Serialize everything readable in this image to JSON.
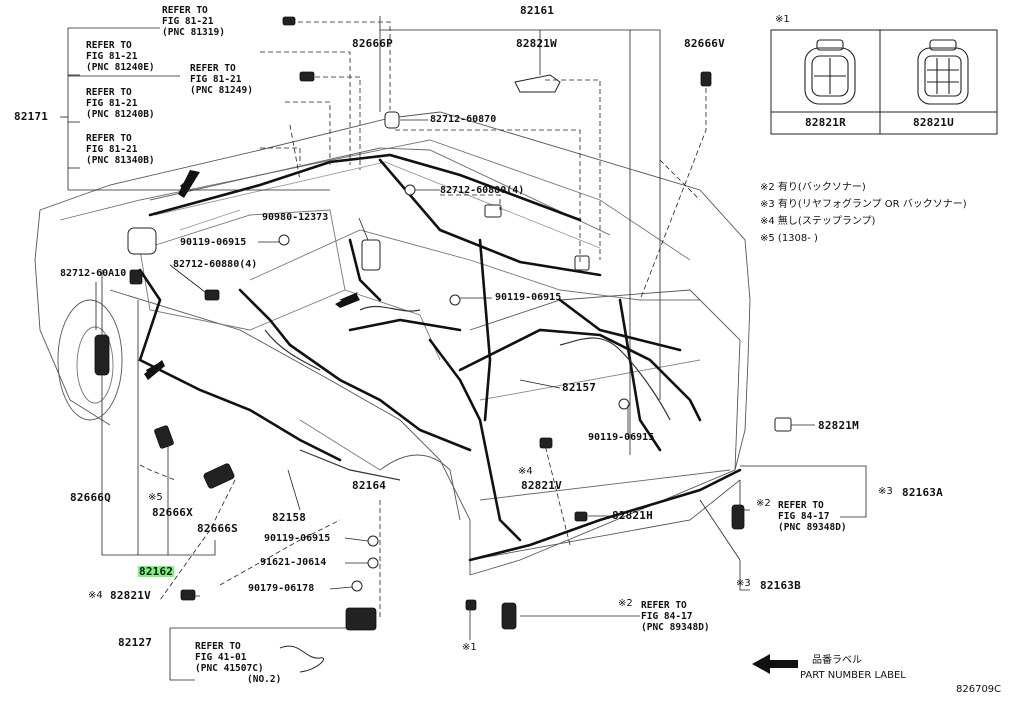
{
  "figure_id": "826709C",
  "legend_note": {
    "jp": "品番ラベル",
    "en": "PART NUMBER LABEL"
  },
  "inset": {
    "mark": "※1",
    "parts": [
      "82821R",
      "82821U"
    ]
  },
  "notes": [
    "※2 有り(バックソナー)",
    "※3 有り(リヤフォグランプ  OR  バックソナー)",
    "※4 無し(ステップランプ)",
    "※5 (1308-      )"
  ],
  "parts": {
    "p82161": "82161",
    "p82666p": "82666P",
    "p82821w": "82821W",
    "p82666v": "82666V",
    "p82171": "82171",
    "p82712_60870": "82712-60870",
    "p82712_60880_top": "82712-60880(4)",
    "p90980_12373": "90980-12373",
    "p90119_06915_a": "90119-06915",
    "p82712_60880_left": "82712-60880(4)",
    "p82712_60a10": "82712-60A10",
    "p90119_06915_b": "90119-06915",
    "p82157": "82157",
    "p82821m": "82821M",
    "p90119_06915_c": "90119-06915",
    "p82163a": "82163A",
    "p82164": "82164",
    "p82821v_mid": "82821V",
    "p82821h": "82821H",
    "p82666q": "82666Q",
    "p82666x": "82666X",
    "p82666s": "82666S",
    "p82158": "82158",
    "p82162": "82162",
    "p90119_06915_d": "90119-06915",
    "p91621_j0614": "91621-J0614",
    "p90179_06178": "90179-06178",
    "p82821v_low": "82821V",
    "p82163b": "82163B",
    "p82127": "82127"
  },
  "marks": {
    "m4_mid": "※4",
    "m5": "※5",
    "m4_low": "※4",
    "m3_a": "※3",
    "m3_b": "※3",
    "m2_a": "※2",
    "m2_b": "※2",
    "m1": "※1"
  },
  "refs": {
    "r81319": [
      "REFER TO",
      "FIG 81-21",
      "(PNC 81319)"
    ],
    "r81240e": [
      "REFER TO",
      "FIG 81-21",
      "(PNC 81240E)"
    ],
    "r81249": [
      "REFER TO",
      "FIG 81-21",
      "(PNC 81249)"
    ],
    "r81240b": [
      "REFER TO",
      "FIG 81-21",
      "(PNC 81240B)"
    ],
    "r81340b": [
      "REFER TO",
      "FIG 81-21",
      "(PNC 81340B)"
    ],
    "r89348d_a": [
      "REFER TO",
      "FIG 84-17",
      "(PNC 89348D)"
    ],
    "r89348d_b": [
      "REFER TO",
      "FIG 84-17",
      "(PNC 89348D)"
    ],
    "r41507c": [
      "REFER TO",
      "FIG 41-01",
      "(PNC 41507C)",
      "(NO.2)"
    ]
  }
}
